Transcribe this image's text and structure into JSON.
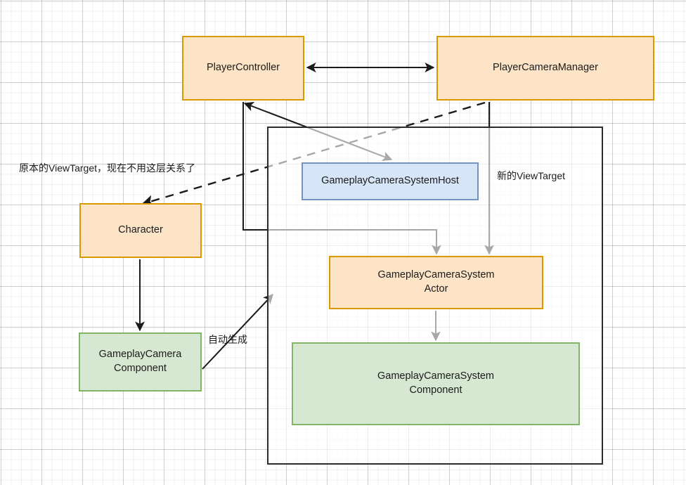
{
  "diagram": {
    "title": "GameplayCameraSystem relationship diagram",
    "colors": {
      "orange_fill": "#fde4c6",
      "orange_stroke": "#d79b00",
      "blue_fill": "#d7e5f8",
      "blue_stroke": "#7494c0",
      "green_fill": "#d6e8d1",
      "green_stroke": "#82b366",
      "edge_stroke": "#1b1b1b",
      "container_stroke": "#2b2b2b",
      "grid_minor": "#f0f0f0",
      "grid_major": "#dcdcdc"
    },
    "nodes": [
      {
        "id": "player-controller",
        "label": "PlayerController",
        "style": "orange"
      },
      {
        "id": "player-camera-manager",
        "label": "PlayerCameraManager",
        "style": "orange"
      },
      {
        "id": "gameplay-camera-system-host",
        "label": "GameplayCameraSystemHost",
        "style": "blue"
      },
      {
        "id": "character",
        "label": "Character",
        "style": "orange"
      },
      {
        "id": "gameplay-camera-system-actor",
        "label": "GameplayCameraSystem\nActor",
        "style": "orange"
      },
      {
        "id": "gameplay-camera-component",
        "label": "GameplayCamera\nComponent",
        "style": "green"
      },
      {
        "id": "gameplay-camera-system-component",
        "label": "GameplayCameraSystem\nComponent",
        "style": "green"
      }
    ],
    "container": {
      "id": "gameplay-camera-system-container",
      "label": ""
    },
    "edge_labels": {
      "old_view_target": "原本的ViewTarget，现在不用这层关系了",
      "new_view_target": "新的ViewTarget",
      "auto_generate": "自动生成"
    },
    "edges": [
      {
        "from": "player-controller",
        "to": "player-camera-manager",
        "style": "solid",
        "arrows": "both"
      },
      {
        "from": "player-controller",
        "to": "gameplay-camera-system-host",
        "style": "solid",
        "arrows": "both"
      },
      {
        "from": "player-camera-manager",
        "to": "character",
        "style": "dashed",
        "arrows": "target",
        "label": "原本的ViewTarget，现在不用这层关系了"
      },
      {
        "from": "player-camera-manager",
        "to": "gameplay-camera-system-actor",
        "style": "solid",
        "arrows": "target",
        "label": "新的ViewTarget"
      },
      {
        "from": "player-controller",
        "to": "gameplay-camera-system-actor",
        "style": "solid",
        "arrows": "target"
      },
      {
        "from": "character",
        "to": "gameplay-camera-component",
        "style": "solid",
        "arrows": "target"
      },
      {
        "from": "gameplay-camera-system-actor",
        "to": "gameplay-camera-system-component",
        "style": "solid",
        "arrows": "target"
      },
      {
        "from": "gameplay-camera-component",
        "to": "gameplay-camera-system-container",
        "style": "solid",
        "arrows": "target",
        "label": "自动生成"
      }
    ]
  }
}
